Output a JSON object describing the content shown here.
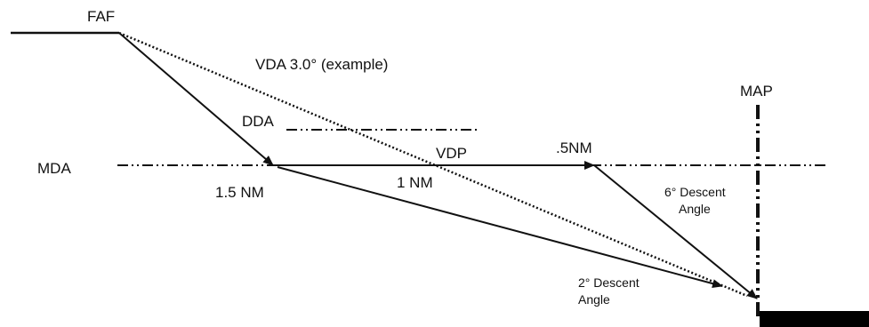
{
  "labels": {
    "faf": "FAF",
    "vda": "VDA 3.0° (example)",
    "dda": "DDA",
    "mda": "MDA",
    "vdp": "VDP",
    "map": "MAP",
    "half_nm": ".5NM",
    "one_half_nm": "1.5 NM",
    "one_nm": "1 NM",
    "six_deg_line1": "6° Descent",
    "six_deg_line2": "Angle",
    "two_deg_line1": "2° Descent",
    "two_deg_line2": "Angle"
  },
  "colors": {
    "line": "#111111",
    "ground": "#000000"
  }
}
